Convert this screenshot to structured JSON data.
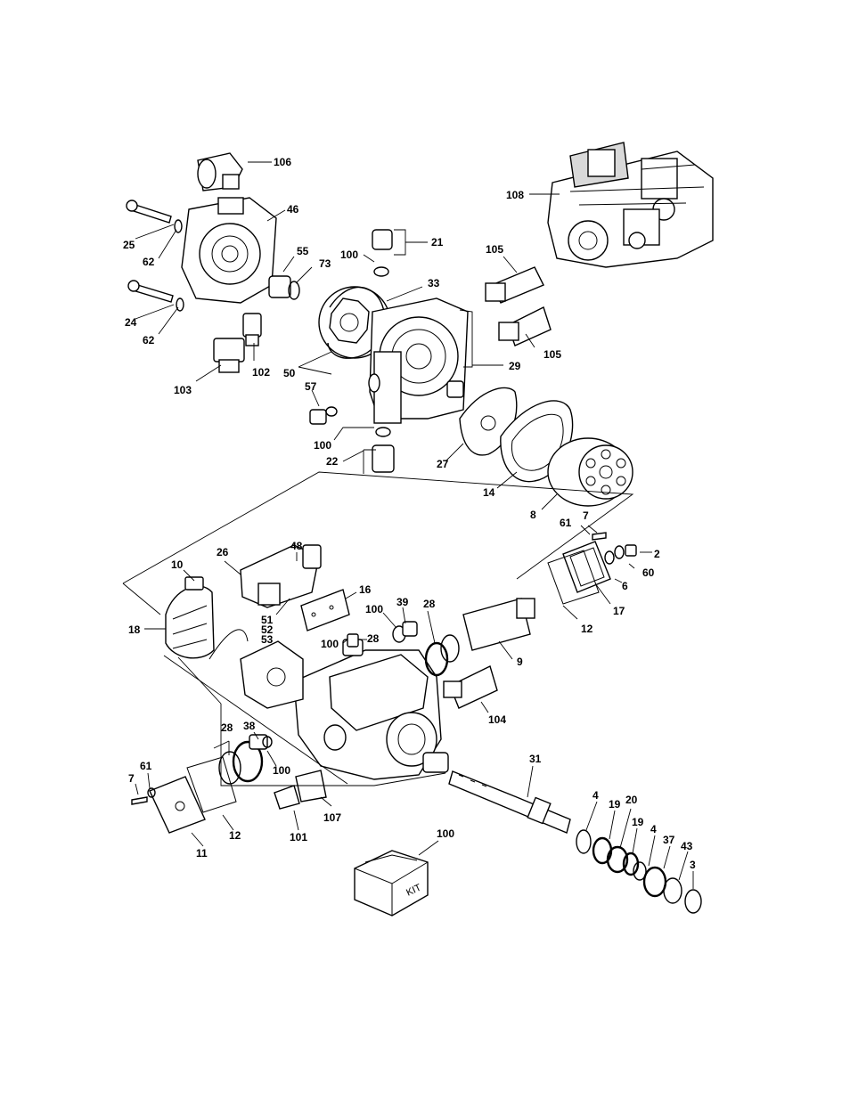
{
  "callouts": {
    "c106": "106",
    "c108": "108",
    "c46": "46",
    "c25": "25",
    "c62a": "62",
    "c55": "55",
    "c73": "73",
    "c100a": "100",
    "c21": "21",
    "c105a": "105",
    "c24": "24",
    "c62b": "62",
    "c33": "33",
    "c105b": "105",
    "c50": "50",
    "c103": "103",
    "c102": "102",
    "c29": "29",
    "c57": "57",
    "c100b": "100",
    "c22": "22",
    "c27": "27",
    "c14": "14",
    "c8": "8",
    "c7a": "7",
    "c61a": "61",
    "c2": "2",
    "c60": "60",
    "c48": "48",
    "c26": "26",
    "c10": "10",
    "c16": "16",
    "c6": "6",
    "c17": "17",
    "c39": "39",
    "c100c": "100",
    "c28a": "28",
    "c51": "51",
    "c52": "52",
    "c53": "53",
    "c12a": "12",
    "c18": "18",
    "c100d": "100",
    "c28b": "28",
    "c9": "9",
    "c104": "104",
    "c38": "38",
    "c28c": "28",
    "c100e": "100",
    "c31": "31",
    "c61b": "61",
    "c7b": "7",
    "c4a": "4",
    "c20": "20",
    "c19a": "19",
    "c19b": "19",
    "c4b": "4",
    "c107": "107",
    "c12b": "12",
    "c37": "37",
    "c43": "43",
    "c3": "3",
    "c101": "101",
    "c11": "11",
    "c100f": "100"
  },
  "kit_label": "KIT"
}
